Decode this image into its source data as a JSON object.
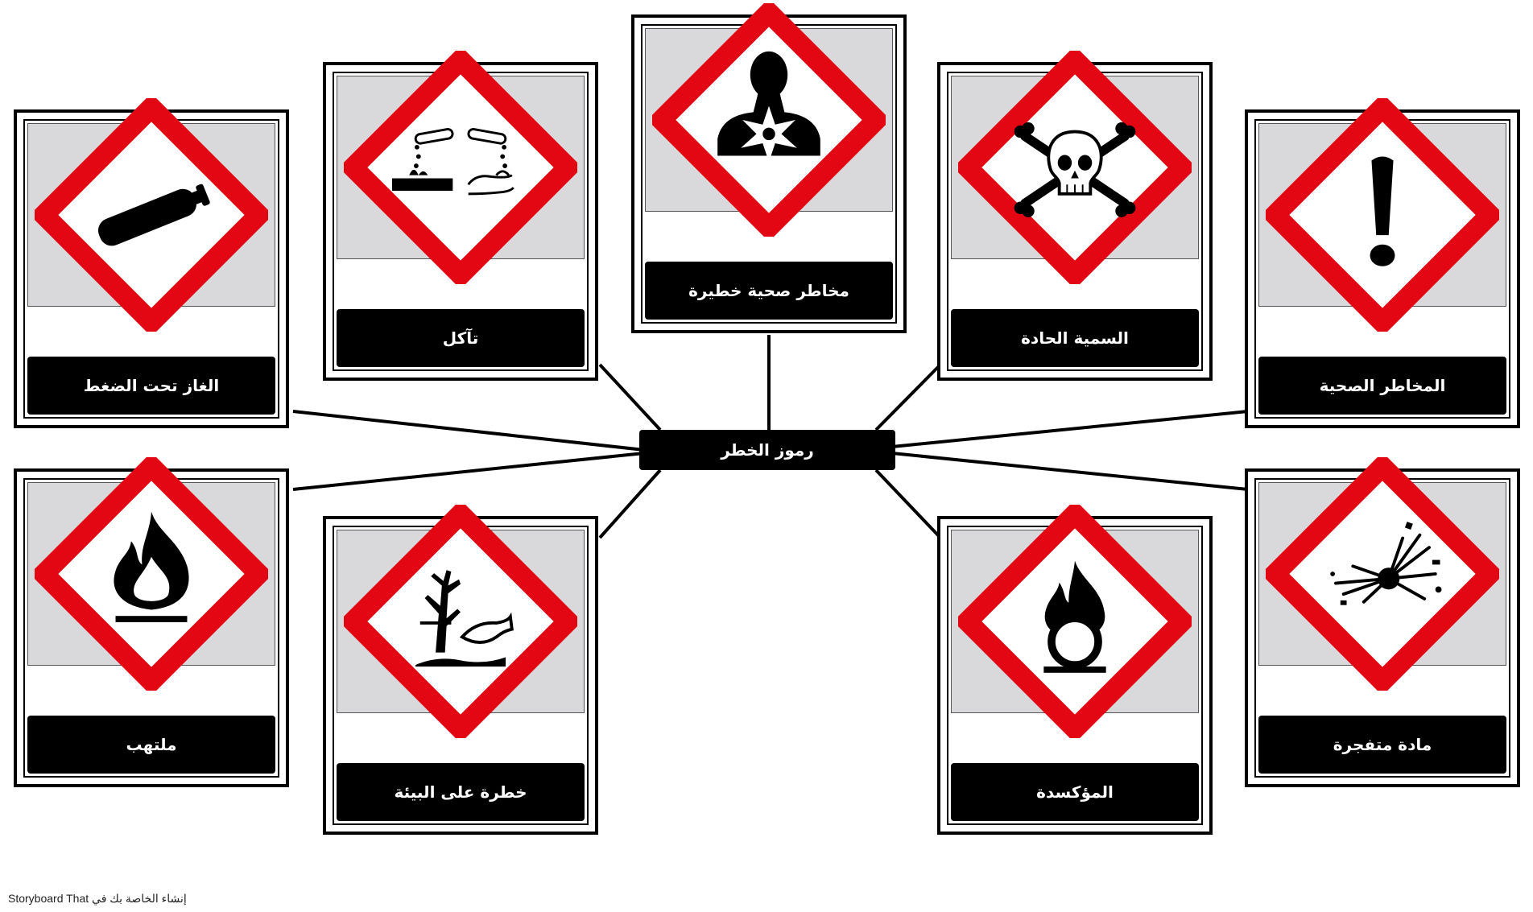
{
  "center": {
    "label": "رموز الخطر"
  },
  "cards": [
    {
      "label": "الغاز تحت الضغط",
      "icon": "gas-cylinder-icon"
    },
    {
      "label": "تآكل",
      "icon": "corrosion-icon"
    },
    {
      "label": "مخاطر صحية خطيرة",
      "icon": "health-hazard-icon"
    },
    {
      "label": "السمية الحادة",
      "icon": "skull-crossbones-icon"
    },
    {
      "label": "المخاطر الصحية",
      "icon": "exclamation-icon"
    },
    {
      "label": "ملتهب",
      "icon": "flame-icon"
    },
    {
      "label": "خطرة على البيئة",
      "icon": "environment-icon"
    },
    {
      "label": "المؤكسدة",
      "icon": "flame-over-circle-icon"
    },
    {
      "label": "مادة متفجرة",
      "icon": "exploding-bomb-icon"
    }
  ],
  "colors": {
    "diamond_border": "#e30613",
    "panel": "#d9d9db",
    "label_bg": "#000000",
    "label_text": "#ffffff"
  },
  "footer": {
    "text": "إنشاء الخاصة بك في Storyboard That"
  }
}
